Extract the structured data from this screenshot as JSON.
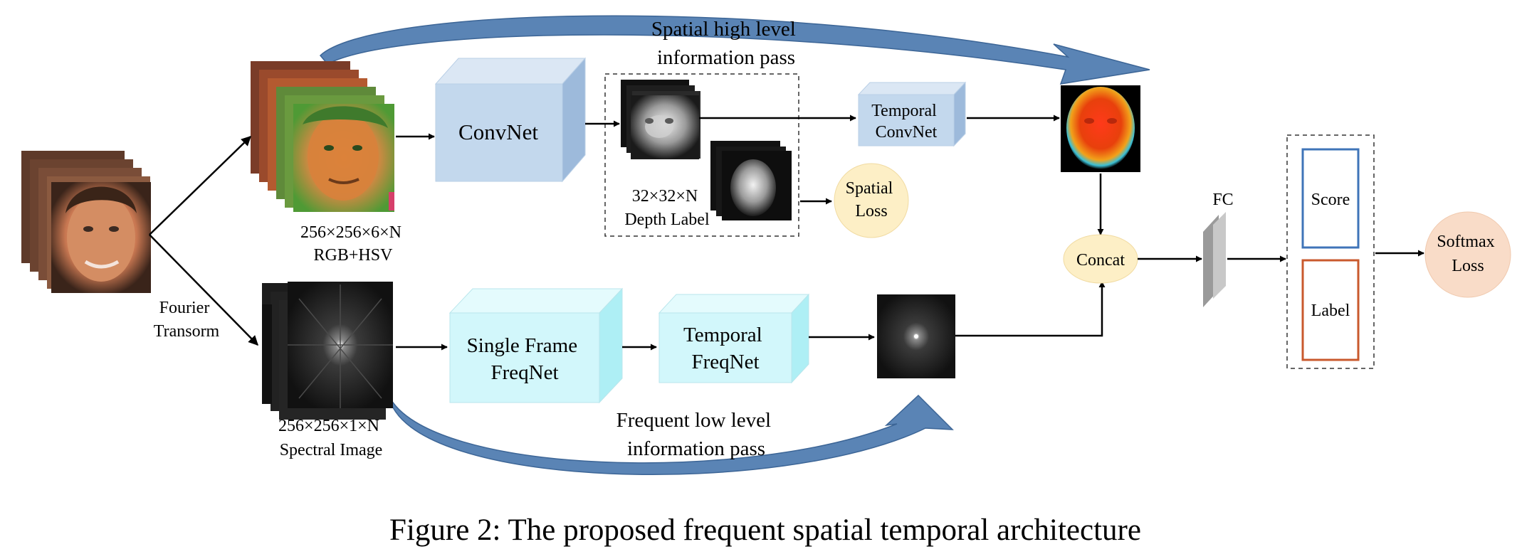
{
  "diagram": {
    "spatial_pass_label": [
      "Spatial high level",
      "information pass"
    ],
    "freq_pass_label": [
      "Frequent low level",
      "information pass"
    ],
    "fourier_label": [
      "Fourier",
      "Transorm"
    ],
    "rgbhsv_label": [
      "256×256×6×N",
      "RGB+HSV"
    ],
    "spectral_label": [
      "256×256×1×N",
      "Spectral Image"
    ],
    "depth_label": [
      "32×32×N",
      "Depth Label"
    ],
    "convnet": "ConvNet",
    "temporal_convnet": [
      "Temporal",
      "ConvNet"
    ],
    "single_frame_freqnet": [
      "Single Frame",
      "FreqNet"
    ],
    "temporal_freqnet": [
      "Temporal",
      "FreqNet"
    ],
    "spatial_loss": [
      "Spatial",
      "Loss"
    ],
    "concat": "Concat",
    "fc": "FC",
    "score": "Score",
    "label": "Label",
    "softmax_loss": [
      "Softmax",
      "Loss"
    ],
    "colors": {
      "cube_blue": "#c3d8ed",
      "cube_cyan": "#d2f7fb",
      "pass_arrow": "#5a84b5",
      "loss_fill": "#fdefc6",
      "softmax_fill": "#f9dcc8",
      "score_border": "#3f74b8",
      "label_border": "#c9592d"
    }
  },
  "caption": "Figure 2: The proposed frequent spatial temporal architecture"
}
